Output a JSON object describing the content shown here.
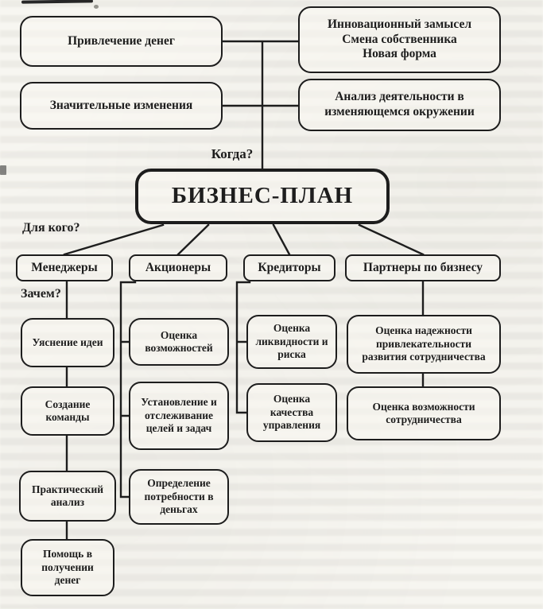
{
  "question_labels": {
    "when": "Когда?",
    "for_whom": "Для кого?",
    "why": "Зачем?"
  },
  "center": {
    "title": "БИЗНЕС-ПЛАН"
  },
  "reasons": {
    "attract_money": "Привлечение денег",
    "innovation_lines": [
      "Инновационный замысел",
      "Смена собственника",
      "Новая форма"
    ],
    "significant_changes": "Значительные изменения",
    "environment_analysis": "Анализ деятельности в изменяющемся окружении"
  },
  "audiences": [
    {
      "label": "Менеджеры",
      "purposes": [
        "Уяснение идеи",
        "Создание команды",
        "Практический анализ",
        "Помощь в получении денег"
      ]
    },
    {
      "label": "Акционеры",
      "purposes": [
        "Оценка возможностей",
        "Установление и отслеживание целей и задач",
        "Определение потребности в деньгах"
      ]
    },
    {
      "label": "Кредиторы",
      "purposes": [
        "Оценка ликвидности и риска",
        "Оценка качества управления"
      ]
    },
    {
      "label": "Партнеры по бизнесу",
      "purposes": [
        "Оценка надежности привлекательности развития сотрудничества",
        "Оценка возможности сотрудничества"
      ]
    }
  ],
  "colors": {
    "ink": "#1d1d1d",
    "paper": "#f7f6f1"
  }
}
